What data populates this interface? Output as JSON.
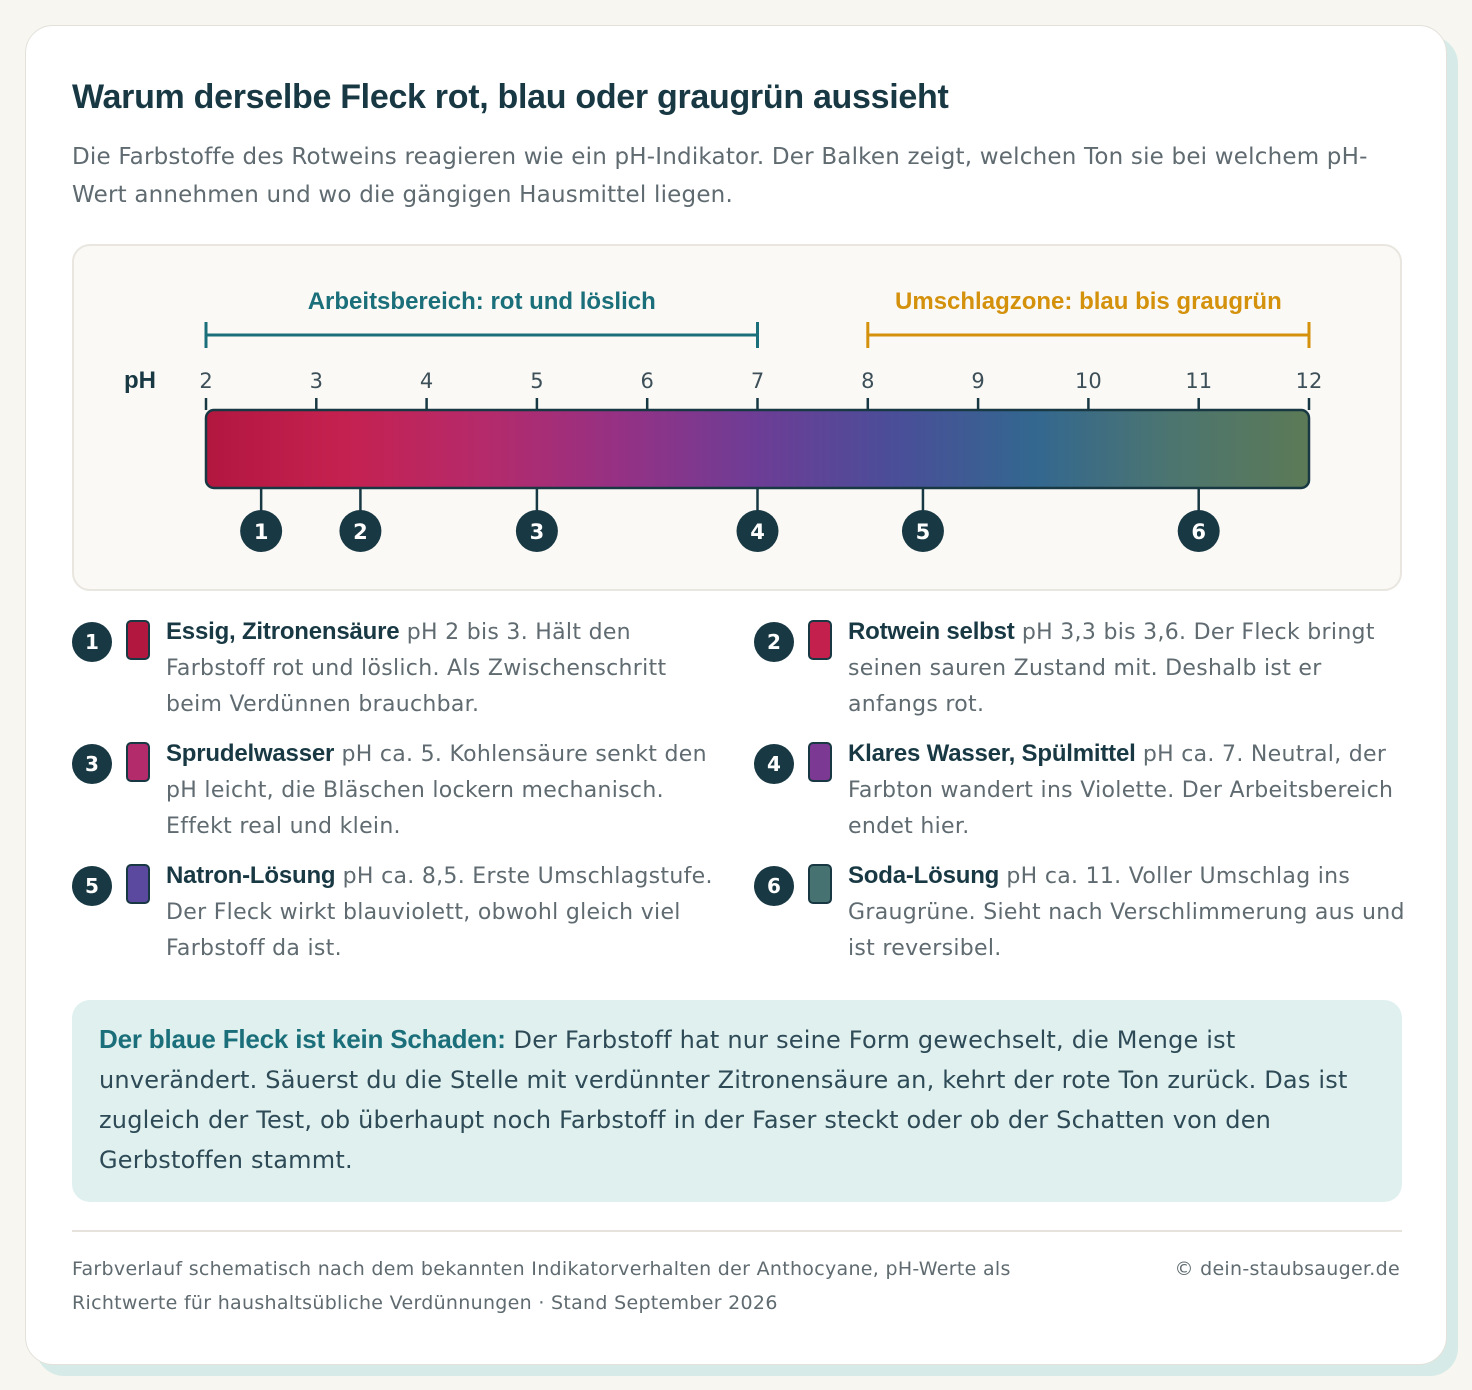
{
  "header": {
    "title": "Warum derselbe Fleck rot, blau oder graugrün aussieht",
    "subtitle": "Die Farbstoffe des Rotweins reagieren wie ein pH-Indikator. Der Balken zeigt, welchen Ton sie bei welchem pH-Wert annehmen und wo die gängigen Hausmittel liegen."
  },
  "scale": {
    "axis_label": "pH",
    "min": 2,
    "max": 12,
    "ticks": [
      "2",
      "3",
      "4",
      "5",
      "6",
      "7",
      "8",
      "9",
      "10",
      "11",
      "12"
    ],
    "gradient_colors": [
      "#b21740",
      "#c52150",
      "#b52a6a",
      "#953184",
      "#6d3d96",
      "#4a4e98",
      "#336790",
      "#4c7570",
      "#5c7a56"
    ],
    "ranges": [
      {
        "label": "Arbeitsbereich: rot und löslich",
        "from": 2,
        "to": 7,
        "color": "#1a6f7a"
      },
      {
        "label": "Umschlagzone: blau bis graugrün",
        "from": 8,
        "to": 12,
        "color": "#d4910c"
      }
    ],
    "markers": [
      {
        "num": "1",
        "ph": 2.5
      },
      {
        "num": "2",
        "ph": 3.4
      },
      {
        "num": "3",
        "ph": 5
      },
      {
        "num": "4",
        "ph": 7
      },
      {
        "num": "5",
        "ph": 8.5
      },
      {
        "num": "6",
        "ph": 11
      }
    ]
  },
  "legend": {
    "items": [
      {
        "num": "1",
        "color": "#b21740",
        "name": "Essig, Zitronensäure",
        "desc": "pH 2 bis 3. Hält den Farbstoff rot und löslich. Als Zwischenschritt beim Verdünnen brauchbar."
      },
      {
        "num": "2",
        "color": "#c3204e",
        "name": "Rotwein selbst",
        "desc": "pH 3,3 bis 3,6. Der Fleck bringt seinen sauren Zustand mit. Deshalb ist er anfangs rot."
      },
      {
        "num": "3",
        "color": "#b32b6b",
        "name": "Sprudelwasser",
        "desc": "pH ca. 5. Kohlensäure senkt den pH leicht, die Bläschen lockern mechanisch. Effekt real und klein."
      },
      {
        "num": "4",
        "color": "#7b3993",
        "name": "Klares Wasser, Spülmittel",
        "desc": "pH ca. 7. Neutral, der Farbton wandert ins Violette. Der Arbeitsbereich endet hier."
      },
      {
        "num": "5",
        "color": "#5b49a0",
        "name": "Natron-Lösung",
        "desc": "pH ca. 8,5. Erste Umschlagstufe. Der Fleck wirkt blauviolett, obwohl gleich viel Farbstoff da ist."
      },
      {
        "num": "6",
        "color": "#467271",
        "name": "Soda-Lösung",
        "desc": "pH ca. 11. Voller Umschlag ins Graugrüne. Sieht nach Verschlimmerung aus und ist reversibel."
      }
    ]
  },
  "note": {
    "lead": "Der blaue Fleck ist kein Schaden:",
    "text": "Der Farbstoff hat nur seine Form gewechselt, die Menge ist unverändert. Säuerst du die Stelle mit verdünnter Zitronensäure an, kehrt der rote Ton zurück. Das ist zugleich der Test, ob überhaupt noch Farbstoff in der Faser steckt oder ob der Schatten von den Gerbstoffen stammt."
  },
  "footer": {
    "source": "Farbverlauf schematisch nach dem bekannten Indikatorverhalten der Anthocyane, pH-Werte als Richtwerte für haushaltsübliche Verdünnungen · Stand September 2026",
    "credit": "© dein-staubsauger.de"
  }
}
